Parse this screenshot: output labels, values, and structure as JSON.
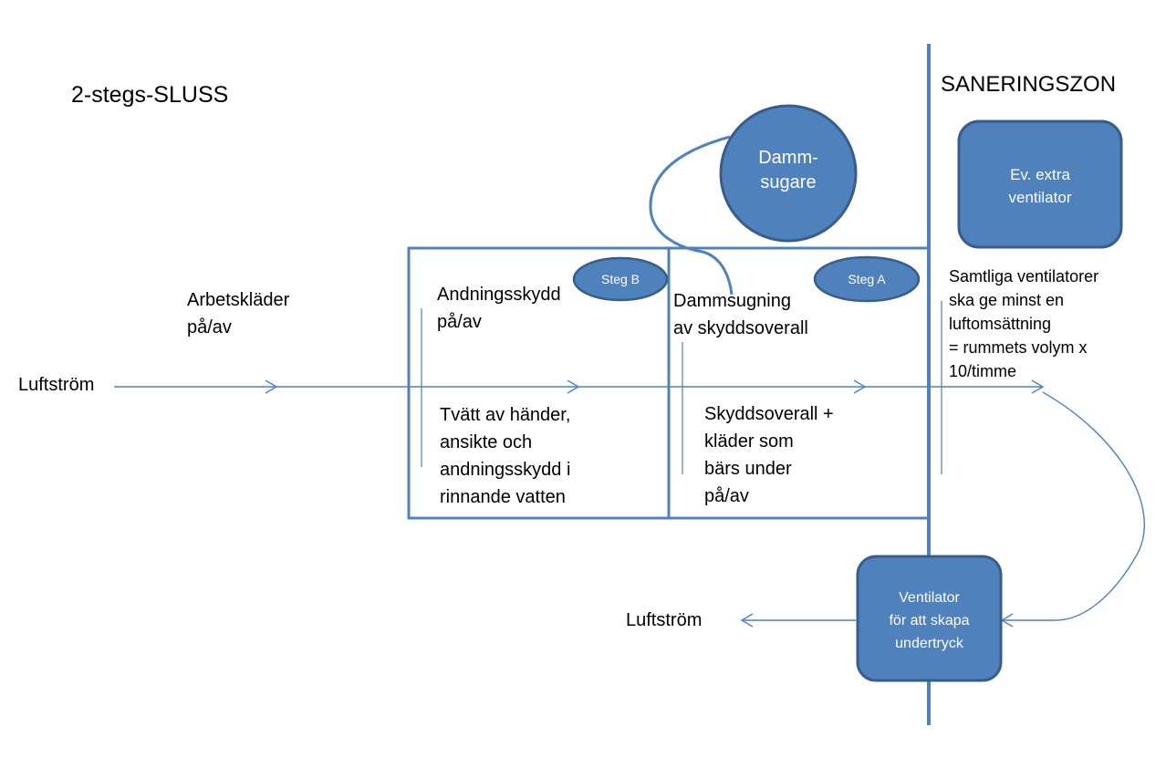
{
  "title": "2-stegs-SLUSS",
  "zone_label": "SANERINGSZON",
  "nodes": {
    "dammsugare": "Damm-\nsugare",
    "extra_ventilator": "Ev. extra\nventilator",
    "steg_b": "Steg B",
    "steg_a": "Steg A",
    "ventilator_undertryck": "Ventilator\nför att skapa\nundertryck"
  },
  "labels": {
    "arbetsklader": "Arbetskläder\npå/av",
    "andningsskydd": "Andningsskydd\npå/av",
    "dammsugning": "Dammsugning\nav skyddsoverall",
    "tvatt": "Tvätt av händer,\nansikte och\nandningsskydd i\nrinnande vatten",
    "skyddsoverall": "Skyddsoverall +\nkläder som\nbärs under\npå/av",
    "samtliga": "Samtliga ventilatorer\nska ge minst en\nluftomsättning\n= rummets volym x\n10/timme",
    "luftstrom_in": "Luftström",
    "luftstrom_out": "Luftström"
  },
  "colors": {
    "box_fill": "#4f81bd",
    "box_stroke": "#385d8a",
    "line": "#4f81bd"
  }
}
